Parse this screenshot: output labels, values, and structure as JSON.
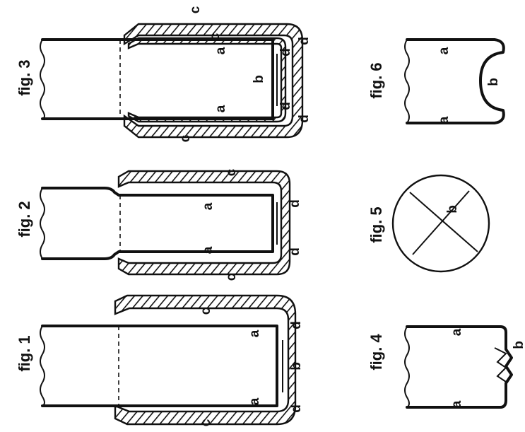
{
  "figures": {
    "fig1": {
      "title": "fig. 1",
      "labels": {
        "a_left": "a",
        "a_right": "a",
        "b": "b",
        "c_top": "c",
        "c_bottom": "c",
        "d_left": "d",
        "d_right": "d"
      }
    },
    "fig2": {
      "title": "fig. 2",
      "labels": {
        "a_left": "a",
        "a_right": "a",
        "c_top": "c",
        "c_bottom": "c",
        "d_left": "d",
        "d_right": "d"
      }
    },
    "fig3": {
      "title": "fig. 3",
      "labels": {
        "a_left": "a",
        "a_right": "a",
        "b": "b",
        "c_top": "c",
        "c_bottom": "c",
        "d_left": "d",
        "d_right": "d",
        "d_inner_left": "d",
        "d_inner_right": "d"
      }
    },
    "fig4": {
      "title": "fig. 4",
      "labels": {
        "a_left": "a",
        "a_right": "a",
        "b": "b"
      }
    },
    "fig5": {
      "title": "fig. 5",
      "labels": {
        "b": "b"
      }
    },
    "fig6": {
      "title": "fig. 6",
      "labels": {
        "a_left": "a",
        "a_right": "a",
        "b": "b"
      }
    }
  }
}
